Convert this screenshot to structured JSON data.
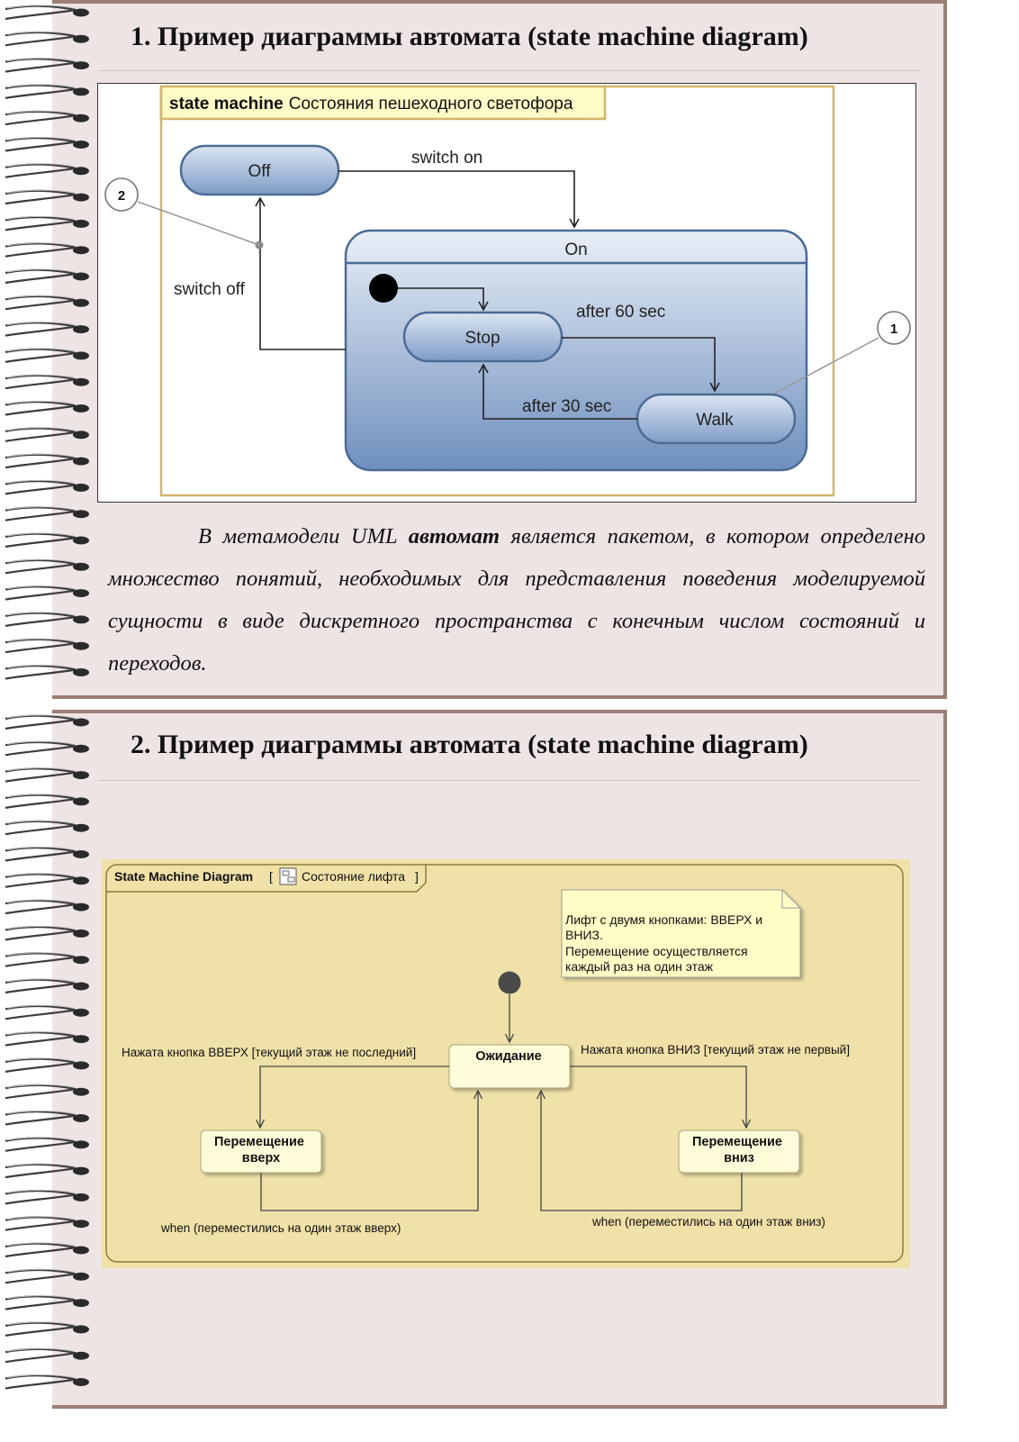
{
  "slide1": {
    "title": "1. Пример диаграммы автомата (state machine diagram)",
    "diagram": {
      "frame_keyword": "state machine",
      "frame_name": "Состояния пешеходного светофора",
      "states": {
        "off": "Off",
        "on": "On",
        "stop": "Stop",
        "walk": "Walk"
      },
      "transitions": {
        "switch_on": "switch on",
        "switch_off": "switch off",
        "after_60": "after 60 sec",
        "after_30": "after 30 sec"
      },
      "callouts": {
        "one": "1",
        "two": "2"
      }
    },
    "text": {
      "part1": "В метамодели UML ",
      "bold": "автомат",
      "part2": " является пакетом, в котором определено множество понятий, необходимых для представления поведения моделируемой сущности в виде дискретного пространства с конечным числом состояний и переходов."
    }
  },
  "slide2": {
    "title": "2. Пример диаграммы автомата (state machine diagram)",
    "diagram": {
      "frame_label": "State Machine Diagram",
      "frame_name": "Состояние лифта",
      "note_lines": [
        "Лифт с двумя кнопками: ВВЕРХ и",
        "ВНИЗ.",
        "Перемещение осуществляется",
        "каждый раз на один этаж"
      ],
      "states": {
        "waiting": "Ожидание",
        "up_line1": "Перемещение",
        "up_line2": "вверх",
        "down_line1": "Перемещение",
        "down_line2": "вниз"
      },
      "transitions": {
        "press_up": "Нажата кнопка ВВЕРХ [текущий этаж не последний]",
        "press_down": "Нажата кнопка ВНИЗ [текущий этаж не первый]",
        "when_up": "when (переместились на один этаж вверх)",
        "when_down": "when (переместились на один этаж вниз)"
      }
    }
  },
  "colors": {
    "slide_bg": "#efe4e4",
    "slide_border": "#9c7f75",
    "state_blue": "#8aa6cc",
    "state_border": "#4c6b96",
    "frame_gold": "#d4b46a",
    "frame_fill": "#fffcc8",
    "sysml_bg": "#efe1a8",
    "sysml_state": "#fdfbd8"
  }
}
